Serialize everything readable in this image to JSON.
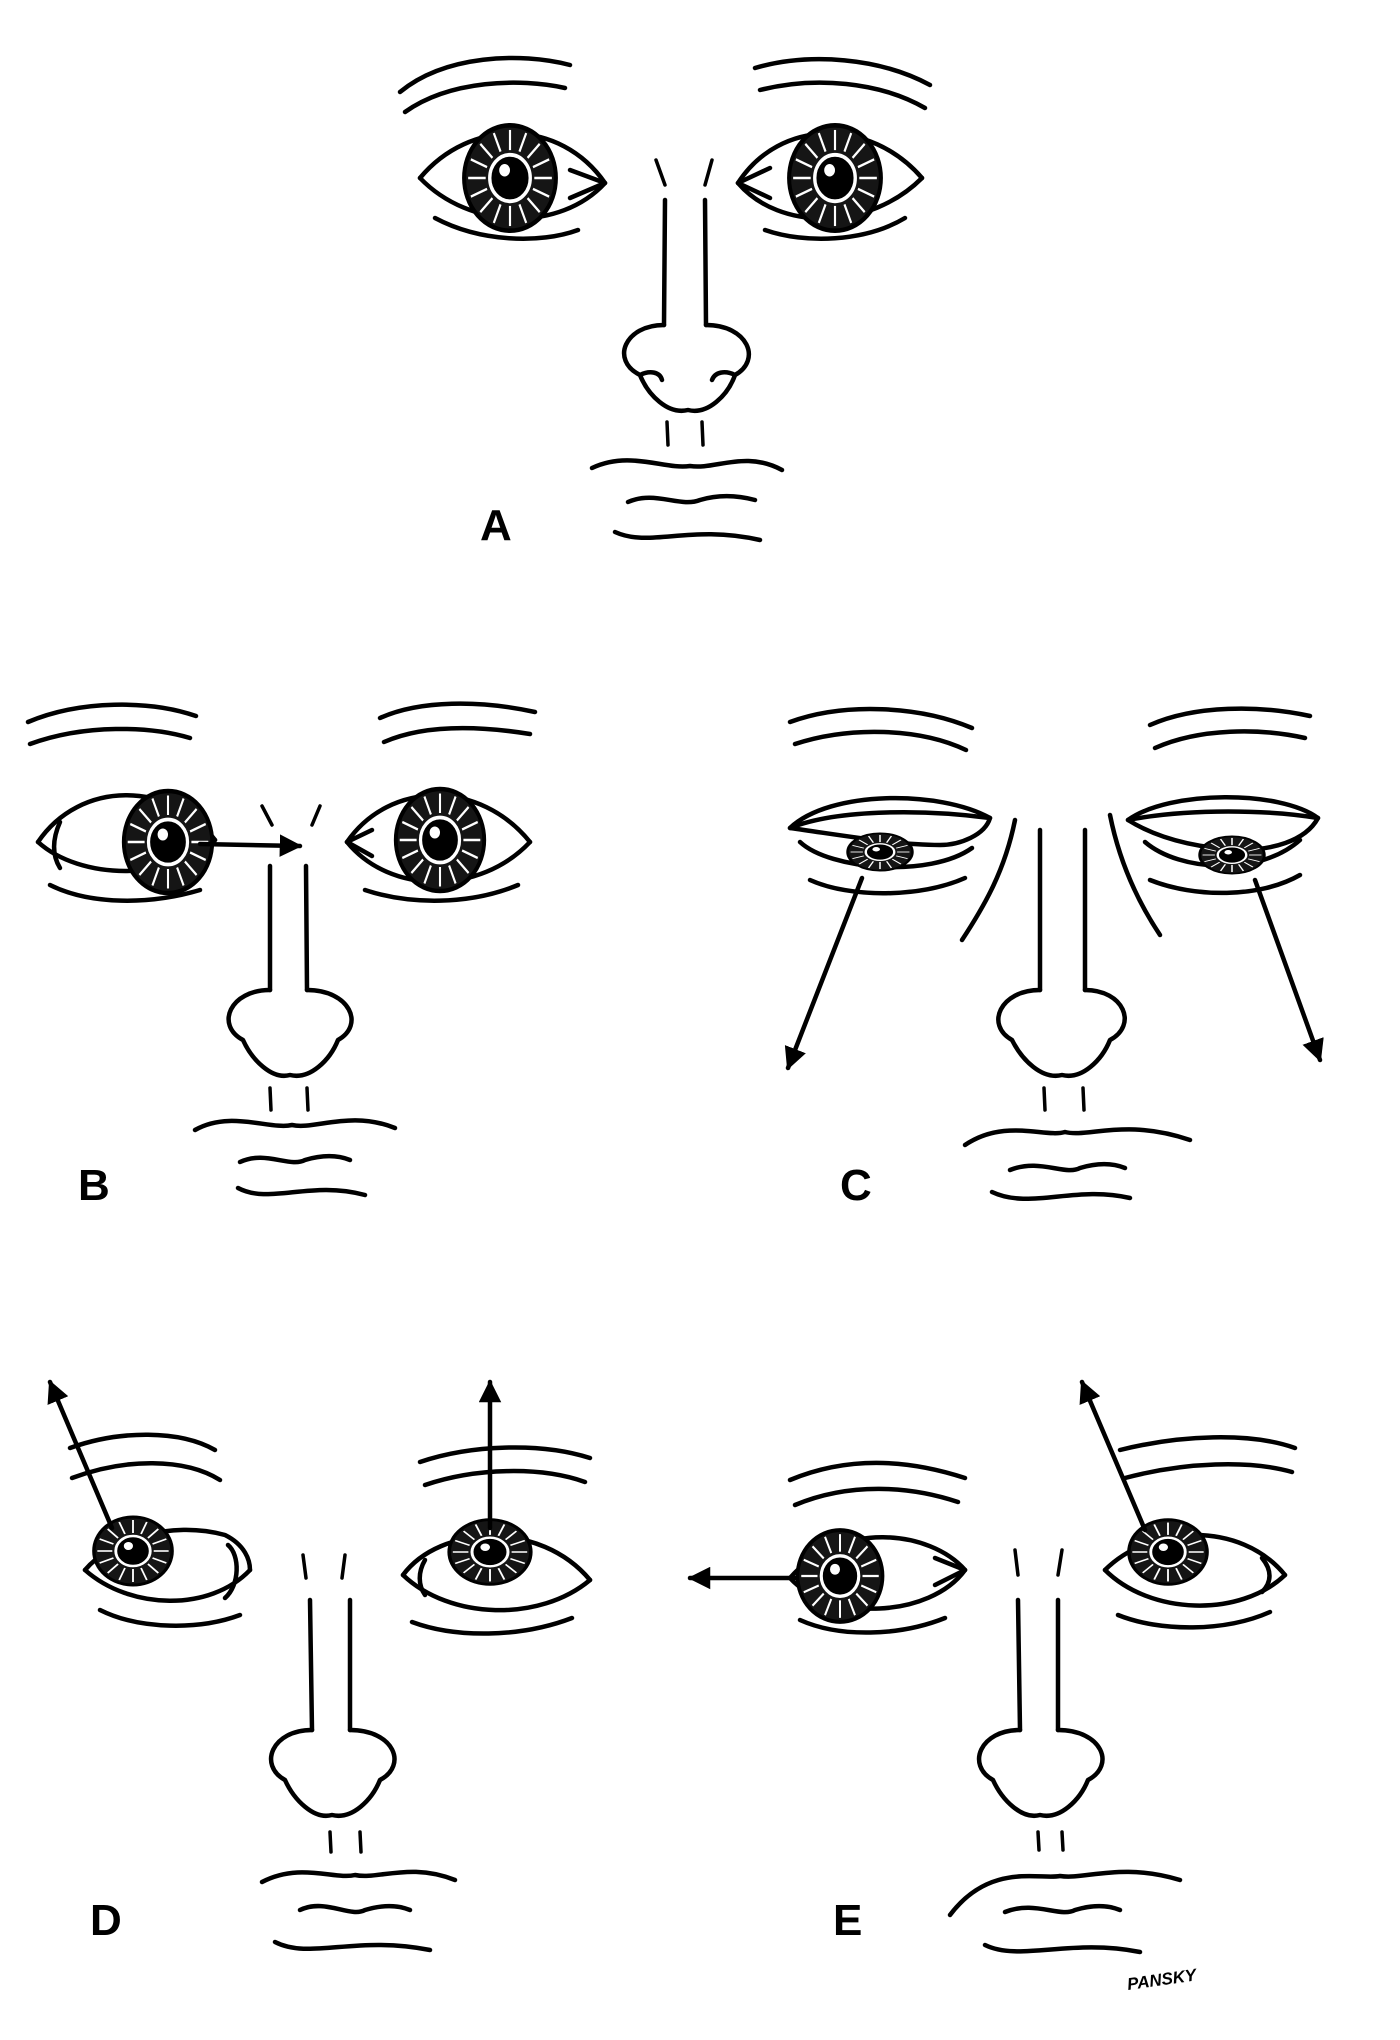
{
  "panels": [
    {
      "id": "A",
      "label": "A"
    },
    {
      "id": "B",
      "label": "B"
    },
    {
      "id": "C",
      "label": "C"
    },
    {
      "id": "D",
      "label": "D"
    },
    {
      "id": "E",
      "label": "E"
    }
  ],
  "signature": "PANSKY"
}
